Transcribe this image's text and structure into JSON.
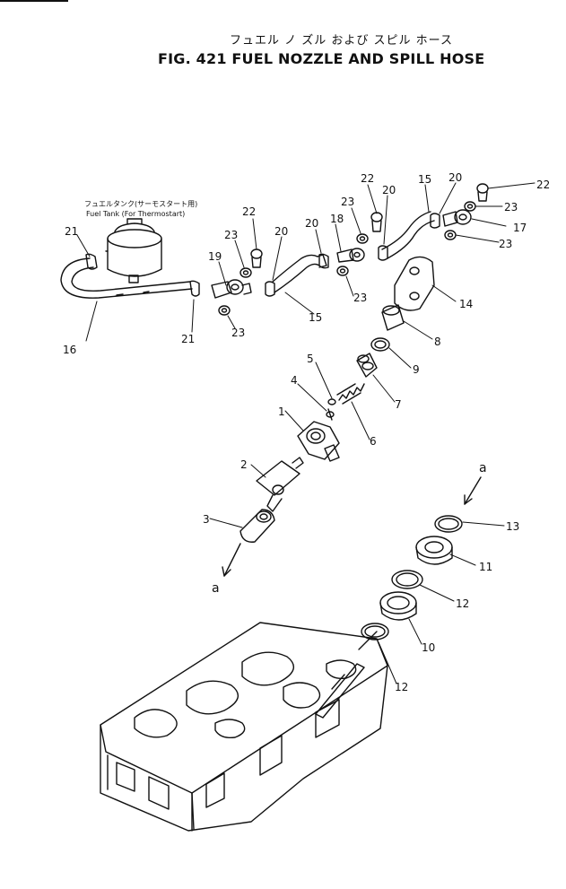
{
  "header": {
    "title_jp": "フュエル ノ ズル および スピル ホース",
    "title_en": "FIG. 421 FUEL NOZZLE AND SPILL HOSE"
  },
  "tank_caption": {
    "jp": "フュエルタンク(サーモスタート用)",
    "en": "Fuel Tank (For Thermostart)"
  },
  "part_numbers": {
    "p1": "1",
    "p2": "2",
    "p3": "3",
    "p4": "4",
    "p5": "5",
    "p6": "6",
    "p7": "7",
    "p8": "8",
    "p9": "9",
    "p10": "10",
    "p11": "11",
    "p12a": "12",
    "p12b": "12",
    "p13": "13",
    "p14": "14",
    "p15a": "15",
    "p15b": "15",
    "p16": "16",
    "p17": "17",
    "p18": "18",
    "p19": "19",
    "p20a": "20",
    "p20b": "20",
    "p20c": "20",
    "p20d": "20",
    "p21a": "21",
    "p21b": "21",
    "p22a": "22",
    "p22b": "22",
    "p22c": "22",
    "p23a": "23",
    "p23b": "23",
    "p23c": "23",
    "p23d": "23",
    "p23e": "23",
    "p23f": "23"
  },
  "reference_marks": {
    "a_bottom": "a",
    "a_right": "a"
  }
}
